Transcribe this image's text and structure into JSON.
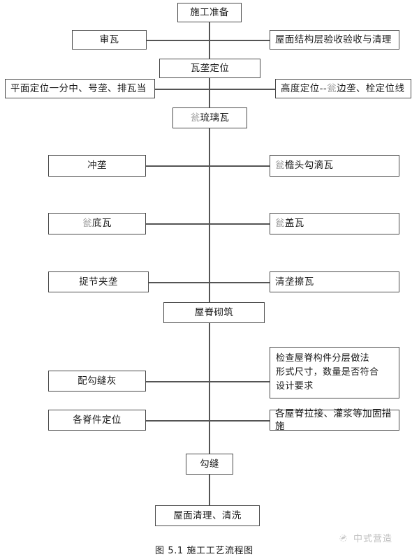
{
  "figure": {
    "caption": "图 5.1  施工工艺流程图",
    "watermark_text": "中式营造",
    "watermark_logo_icon": "brand-sparkle-icon",
    "line_color": "#545454",
    "box_border_color": "#4a4a4a",
    "text_color": "#1a1a1a",
    "faded_text_color": "#9a9a9a"
  },
  "nodes": {
    "n1": {
      "label": "施工准备"
    },
    "n2": {
      "label": "审瓦"
    },
    "n3": {
      "label": "屋面结构层验收验收与清理"
    },
    "n4": {
      "label": "瓦垄定位"
    },
    "n5": {
      "label": "平面定位一分中、号垄、排瓦当"
    },
    "n6": {
      "lead": "瓮",
      "label": "高度定位--",
      "tail": "边垄、栓定位线"
    },
    "n7": {
      "lead": "瓮",
      "label": "琉璃瓦"
    },
    "n8": {
      "label": "冲垄"
    },
    "n9": {
      "lead": "瓮",
      "label": "檐头勾滴瓦"
    },
    "n10": {
      "lead": "瓮",
      "label": "底瓦"
    },
    "n11": {
      "lead": "瓮",
      "label": "盖瓦"
    },
    "n12": {
      "label": "捉节夹垄"
    },
    "n13": {
      "label": "清垄擦瓦"
    },
    "n14": {
      "label": "屋脊砌筑"
    },
    "n15": {
      "label": "配勾缝灰"
    },
    "n16": {
      "label": "检查屋脊构件分层做法\n形式尺寸，数量是否符合\n设计要求"
    },
    "n17": {
      "label": "各脊件定位"
    },
    "n18": {
      "label": "各屋脊拉接、灌浆等加固措施"
    },
    "n19": {
      "label": "勾缝"
    },
    "n20": {
      "label": "屋面清理、清洗"
    }
  },
  "flow_sequence": [
    "施工准备",
    "瓦垄定位",
    "瓮琉璃瓦",
    "屋脊砌筑",
    "勾缝",
    "屋面清理、清洗"
  ]
}
